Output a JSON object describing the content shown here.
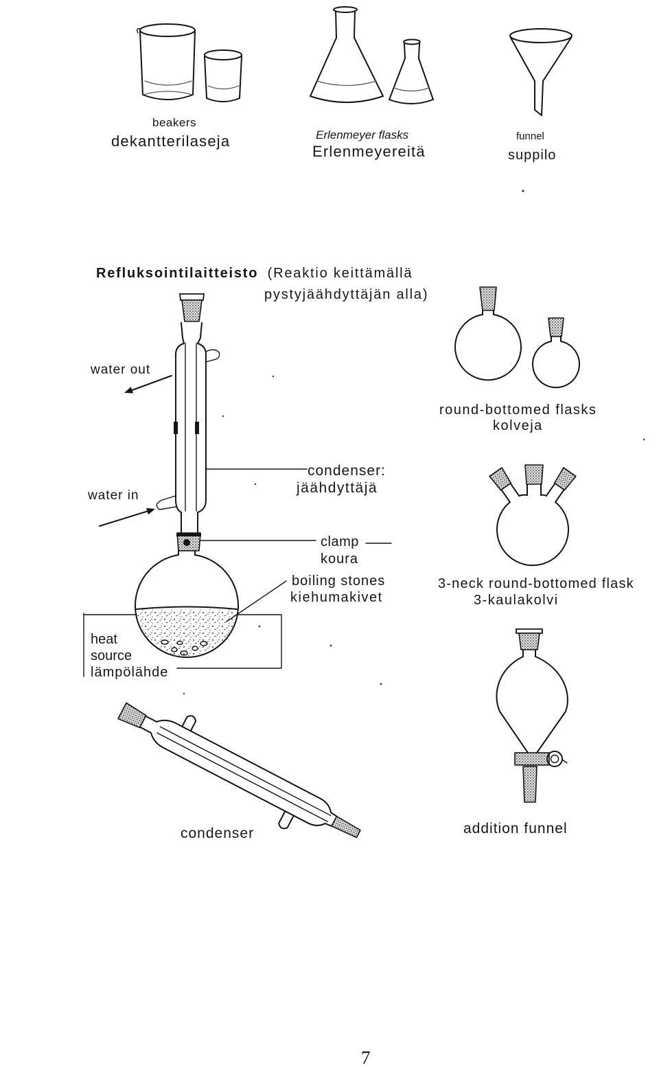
{
  "beakers": {
    "label_en": "beakers",
    "label_fi": "dekantterilaseja"
  },
  "erlenmeyer_flasks": {
    "label_en": "Erlenmeyer flasks",
    "label_fi": "Erlenmeyereitä"
  },
  "funnel": {
    "label_en": "funnel",
    "label_fi": "suppilo"
  },
  "reflux": {
    "title_bold": "Refluksointilaitteisto",
    "title_rest": "(Reaktio keittämällä",
    "title_line2": "pystyjäähdyttäjän alla)",
    "water_out": "water out",
    "water_in": "water in",
    "condenser_en": "condenser:",
    "condenser_fi": "jäähdyttäjä",
    "clamp_en": "clamp",
    "clamp_fi": "koura",
    "boiling_stones_en": "boiling stones",
    "boiling_stones_fi": "kiehumakivet",
    "heat_source_line1": "heat",
    "heat_source_line2": "source",
    "heat_source_fi": "lämpölähde"
  },
  "round_bottomed_flasks": {
    "label_en": "round-bottomed flasks",
    "label_fi": "kolveja"
  },
  "three_neck_flask": {
    "label_en": "3-neck round-bottomed flask",
    "label_fi": "3-kaulakolvi"
  },
  "condenser": {
    "label_en": "condenser"
  },
  "addition_funnel": {
    "label_en": "addition funnel"
  },
  "page_number": "7"
}
